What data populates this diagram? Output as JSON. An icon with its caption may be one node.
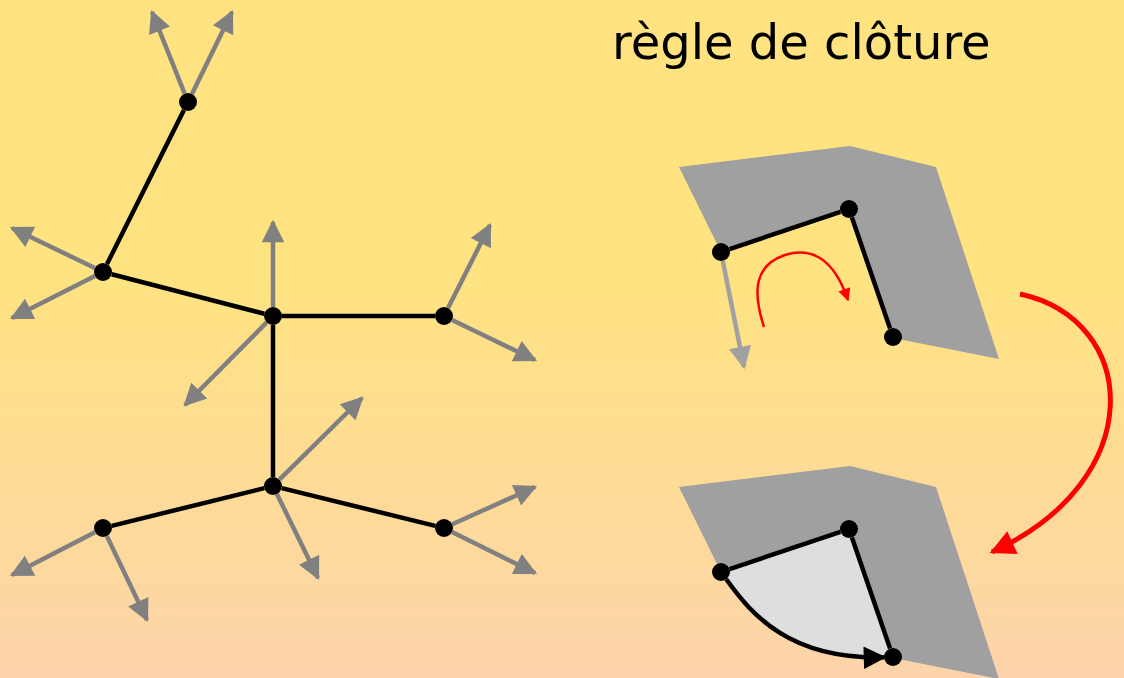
{
  "diagram": {
    "title": "règle de clôture",
    "nodes": [
      {
        "text": [],
        "shape": "circle"
      },
      {
        "text": [],
        "shape": "circle"
      },
      {
        "text": [],
        "shape": "circle"
      },
      {
        "text": [],
        "shape": "circle"
      },
      {
        "text": [],
        "shape": "circle"
      },
      {
        "text": [],
        "shape": "circle"
      },
      {
        "text": [],
        "shape": "circle"
      },
      {
        "text": [],
        "shape": "polygon"
      },
      {
        "text": [],
        "shape": "circle",
        "in": 7
      },
      {
        "text": [],
        "shape": "circle",
        "in": 7
      },
      {
        "text": [],
        "shape": "circle",
        "in": 7
      },
      {
        "text": [],
        "shape": "polygon"
      },
      {
        "text": [],
        "shape": "circle",
        "in": 11
      },
      {
        "text": [],
        "shape": "circle",
        "in": 11
      },
      {
        "text": [],
        "shape": "circle",
        "in": 11
      }
    ],
    "edges": [
      {
        "from": 0,
        "to": 1,
        "arrow": "none",
        "color": "#000000"
      },
      {
        "from": 1,
        "to": 2,
        "arrow": "none",
        "color": "#000000"
      },
      {
        "from": 2,
        "to": 3,
        "arrow": "none",
        "color": "#000000"
      },
      {
        "from": 2,
        "to": 4,
        "arrow": "none",
        "color": "#000000"
      },
      {
        "from": 4,
        "to": 5,
        "arrow": "none",
        "color": "#000000"
      },
      {
        "from": 4,
        "to": 6,
        "arrow": "none",
        "color": "#000000"
      },
      {
        "from": 0,
        "to": null,
        "arrow": "to"
      },
      {
        "from": 0,
        "to": null,
        "arrow": "to"
      },
      {
        "from": 1,
        "to": null,
        "arrow": "to"
      },
      {
        "from": 1,
        "to": null,
        "arrow": "to"
      },
      {
        "from": 2,
        "to": null,
        "arrow": "to"
      },
      {
        "from": 2,
        "to": null,
        "arrow": "to"
      },
      {
        "from": 3,
        "to": null,
        "arrow": "to"
      },
      {
        "from": 3,
        "to": null,
        "arrow": "to"
      },
      {
        "from": 4,
        "to": null,
        "arrow": "to"
      },
      {
        "from": 4,
        "to": null,
        "arrow": "to"
      },
      {
        "from": 5,
        "to": null,
        "arrow": "to"
      },
      {
        "from": 5,
        "to": null,
        "arrow": "to"
      },
      {
        "from": 6,
        "to": null,
        "arrow": "to"
      },
      {
        "from": 6,
        "to": null,
        "arrow": "to"
      },
      {
        "from": 8,
        "to": 9,
        "arrow": "none",
        "color": "#000000"
      },
      {
        "from": 9,
        "to": 10,
        "arrow": "none",
        "color": "#000000"
      },
      {
        "from": 8,
        "to": null,
        "arrow": "to",
        "color": "#a0a0a0"
      },
      {
        "from": 7,
        "to": 11,
        "arrow": "to",
        "color": "#ff0000"
      },
      {
        "from": 12,
        "to": 13,
        "arrow": "none",
        "color": "#000000"
      },
      {
        "from": 13,
        "to": 14,
        "arrow": "none",
        "color": "#000000"
      },
      {
        "from": 12,
        "to": 14,
        "arrow": "to",
        "color": "#000000"
      }
    ]
  }
}
